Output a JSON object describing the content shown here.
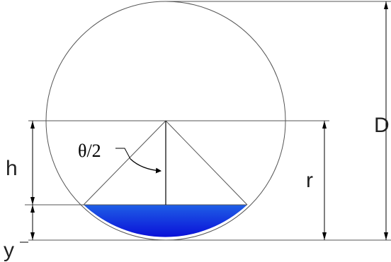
{
  "labels": {
    "diameter": "D",
    "radius": "r",
    "height": "h",
    "angle": "θ/2",
    "depth": "y"
  },
  "colors": {
    "line": "#000000",
    "circle": "#555555",
    "fill_top": "#1f5fe6",
    "fill_bottom": "#0a10d8"
  }
}
